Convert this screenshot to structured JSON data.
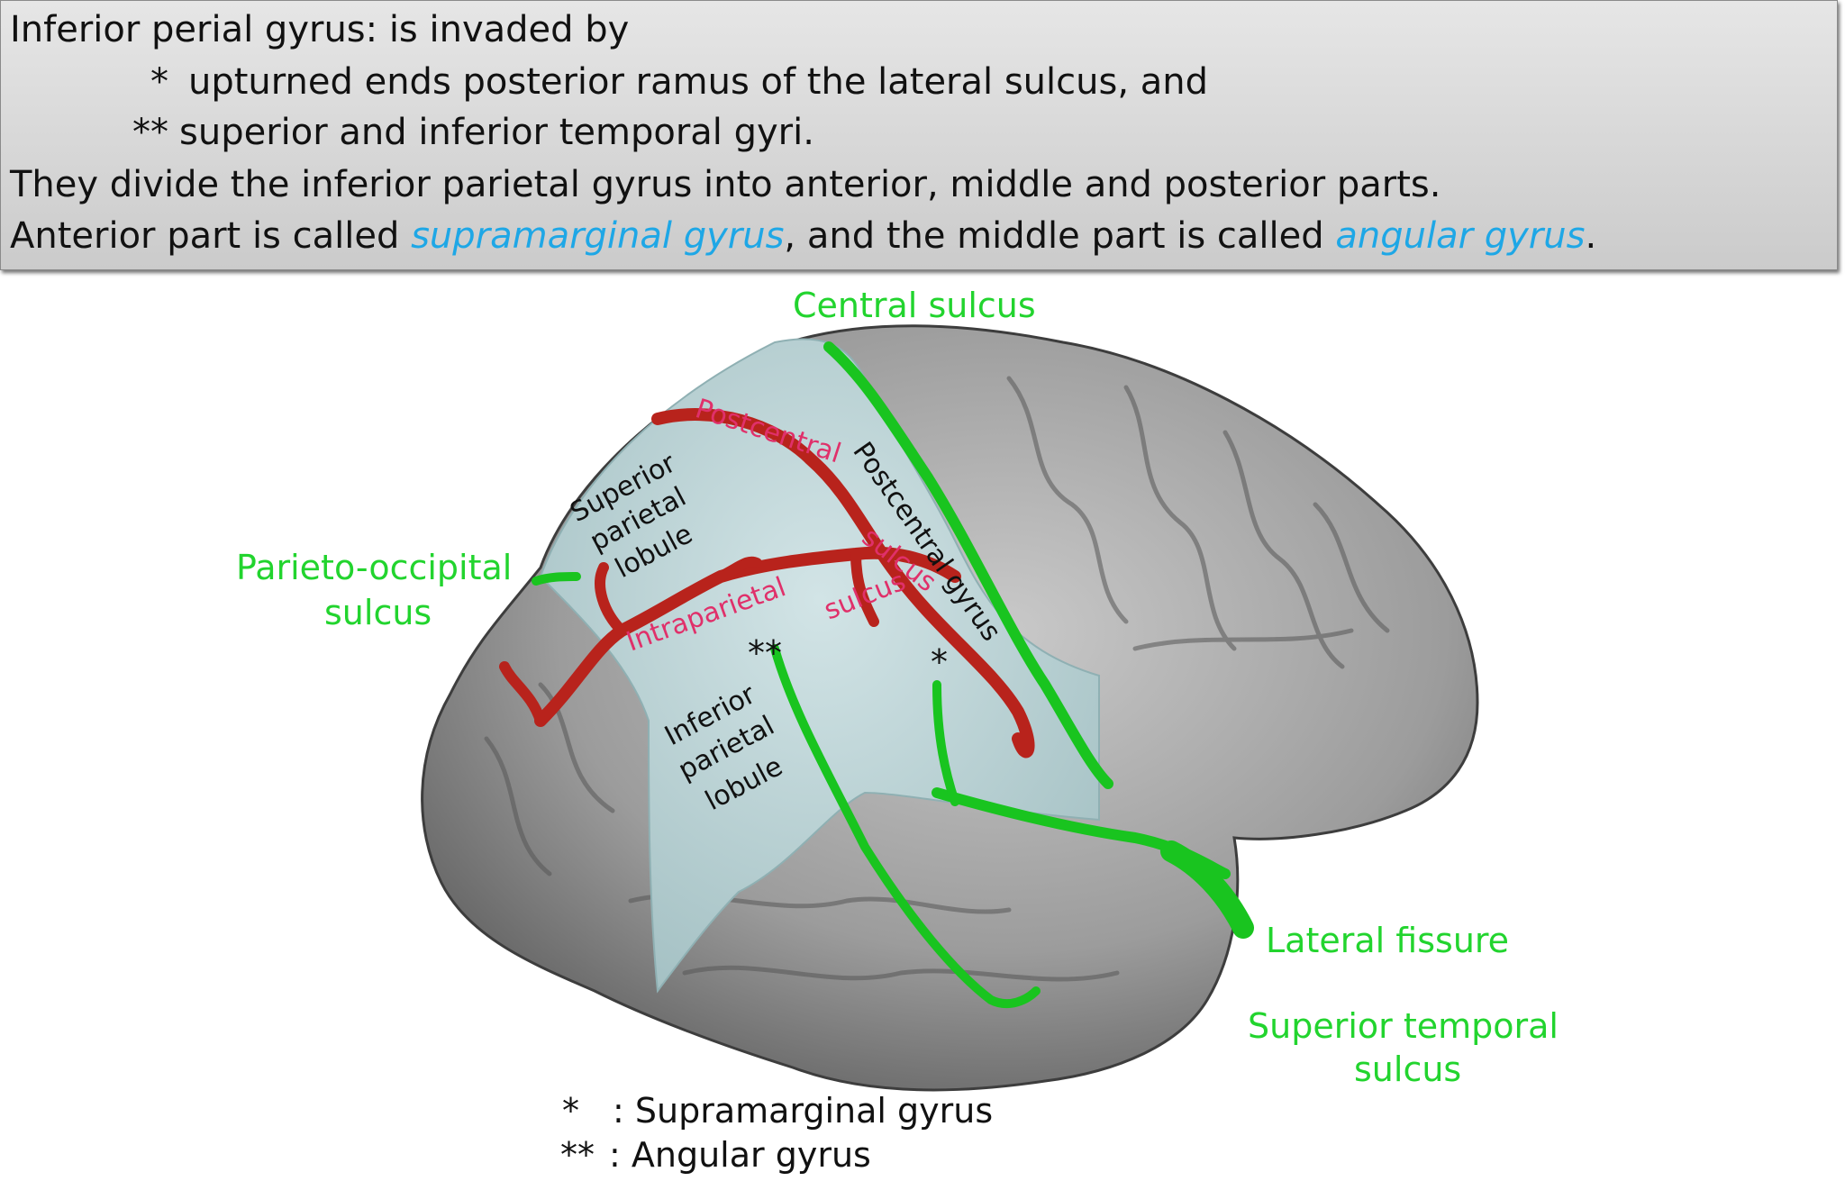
{
  "textbox": {
    "line1": "Inferior perial gyrus: is invaded by",
    "line2_star": "*",
    "line2_text": "upturned ends posterior ramus of the lateral sulcus, and",
    "line3_star": "**",
    "line3_text": "superior and inferior temporal gyri.",
    "line4": "They divide the inferior parietal gyrus  into anterior, middle and posterior parts.",
    "line5_a": "Anterior part is called ",
    "line5_term1": "supramarginal gyrus",
    "line5_b": ", and the middle part is called  ",
    "line5_term2": "angular gyrus",
    "line5_c": "."
  },
  "diagram": {
    "labels": {
      "central_sulcus": "Central sulcus",
      "parieto_occipital_1": "Parieto-occipital",
      "parieto_occipital_2": "sulcus",
      "lateral_fissure": "Lateral fissure",
      "superior_temporal_1": "Superior temporal",
      "superior_temporal_2": "sulcus",
      "postcentral_sulcus_1": "Postcentral",
      "postcentral_sulcus_2": "sulcus",
      "postcentral_gyrus": "Postcentral gyrus",
      "intraparietal_1": "Intraparietal",
      "intraparietal_2": "sulcus",
      "superior_parietal_1": "Superior",
      "superior_parietal_2": "parietal",
      "superior_parietal_3": "lobule",
      "inferior_parietal_1": "Inferior",
      "inferior_parietal_2": "parietal",
      "inferior_parietal_3": "lobule",
      "star_single": "*",
      "star_double": "**"
    },
    "legend": {
      "row1_symbol": "*",
      "row1_text": ": Supramarginal gyrus",
      "row2_symbol": "**",
      "row2_text": ": Angular gyrus"
    },
    "colors": {
      "brain": "#9a9a9a",
      "parietal_highlight": "#b9d3d6",
      "red_sulci": "#b8231c",
      "green_sulci": "#19c41f",
      "green_label": "#22d42e",
      "pink_label": "#e0306a",
      "blue_term": "#1ea7e6"
    }
  }
}
